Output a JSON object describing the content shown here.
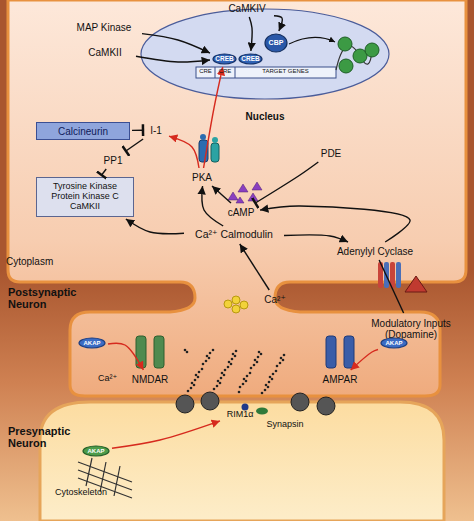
{
  "diagram": {
    "nodes": [
      {
        "text": [
          "Nucleus"
        ]
      },
      {
        "text": [
          "CREB"
        ],
        "in": 0
      },
      {
        "text": [
          "CREB"
        ],
        "in": 0
      },
      {
        "text": [
          "CBP"
        ],
        "in": 0
      },
      {
        "text": [
          "CaMKIV"
        ]
      },
      {
        "text": [
          "MAP Kinase"
        ]
      },
      {
        "text": [
          "CaMKII"
        ]
      },
      {
        "text": [
          "Calcineurin"
        ]
      },
      {
        "text": [
          "I-1"
        ]
      },
      {
        "text": [
          "PP1"
        ]
      },
      {
        "text": [
          "Tyrosine Kinase",
          "Protein Kinase C",
          "CaMKII"
        ]
      },
      {
        "text": [
          "PKA"
        ]
      },
      {
        "text": [
          "PDE"
        ]
      },
      {
        "text": [
          "cAMP"
        ]
      },
      {
        "text": [
          "Ca²⁺ Calmodulin"
        ]
      },
      {
        "text": [
          "Adenylyl Cyclase"
        ]
      },
      {
        "text": [
          "Modulatory Inputs (Dopamine)"
        ]
      },
      {
        "text": [
          "AKAP"
        ]
      },
      {
        "text": [
          "NMDAR"
        ]
      },
      {
        "text": [
          "AKAP"
        ]
      },
      {
        "text": [
          "AMPAR"
        ]
      },
      {
        "text": [
          "Ca²⁺"
        ]
      },
      {
        "text": [
          "AKAP"
        ]
      },
      {
        "text": [
          "RIM1α"
        ]
      },
      {
        "text": [
          "Synapsin"
        ]
      }
    ],
    "edges": [
      {
        "from": 4,
        "to": 2,
        "arrow": "to"
      },
      {
        "from": 4,
        "to": 3,
        "arrow": "to"
      },
      {
        "from": 5,
        "to": 1,
        "arrow": "to"
      },
      {
        "from": 6,
        "to": 1,
        "arrow": "to"
      },
      {
        "from": 11,
        "to": 1,
        "arrow": "to"
      },
      {
        "from": 7,
        "to": 8,
        "arrow": "to"
      },
      {
        "from": 8,
        "to": 9,
        "arrow": "to"
      },
      {
        "from": 11,
        "to": 8,
        "arrow": "to"
      },
      {
        "from": 9,
        "to": 10,
        "arrow": "to"
      },
      {
        "from": 14,
        "to": 10,
        "arrow": "to"
      },
      {
        "from": 14,
        "to": 11,
        "arrow": "to"
      },
      {
        "from": 13,
        "to": 11,
        "arrow": "to"
      },
      {
        "from": 12,
        "to": 13,
        "arrow": "to"
      },
      {
        "from": 14,
        "to": 15,
        "arrow": "to"
      },
      {
        "from": 15,
        "to": 13,
        "arrow": "to"
      },
      {
        "from": 16,
        "to": 15,
        "arrow": "none"
      },
      {
        "from": 21,
        "to": 14,
        "arrow": "to"
      },
      {
        "from": 17,
        "to": 18,
        "arrow": "to"
      },
      {
        "from": 19,
        "to": 20,
        "arrow": "to"
      },
      {
        "from": 22,
        "to": 23,
        "arrow": "to"
      }
    ],
    "labels": [
      "CRE",
      "CRE",
      "TARGET GENES",
      "Cytoplasm",
      "Postsynaptic Neuron",
      "Ca²⁺",
      "Presynaptic Neuron",
      "Cytoskeleton"
    ]
  }
}
